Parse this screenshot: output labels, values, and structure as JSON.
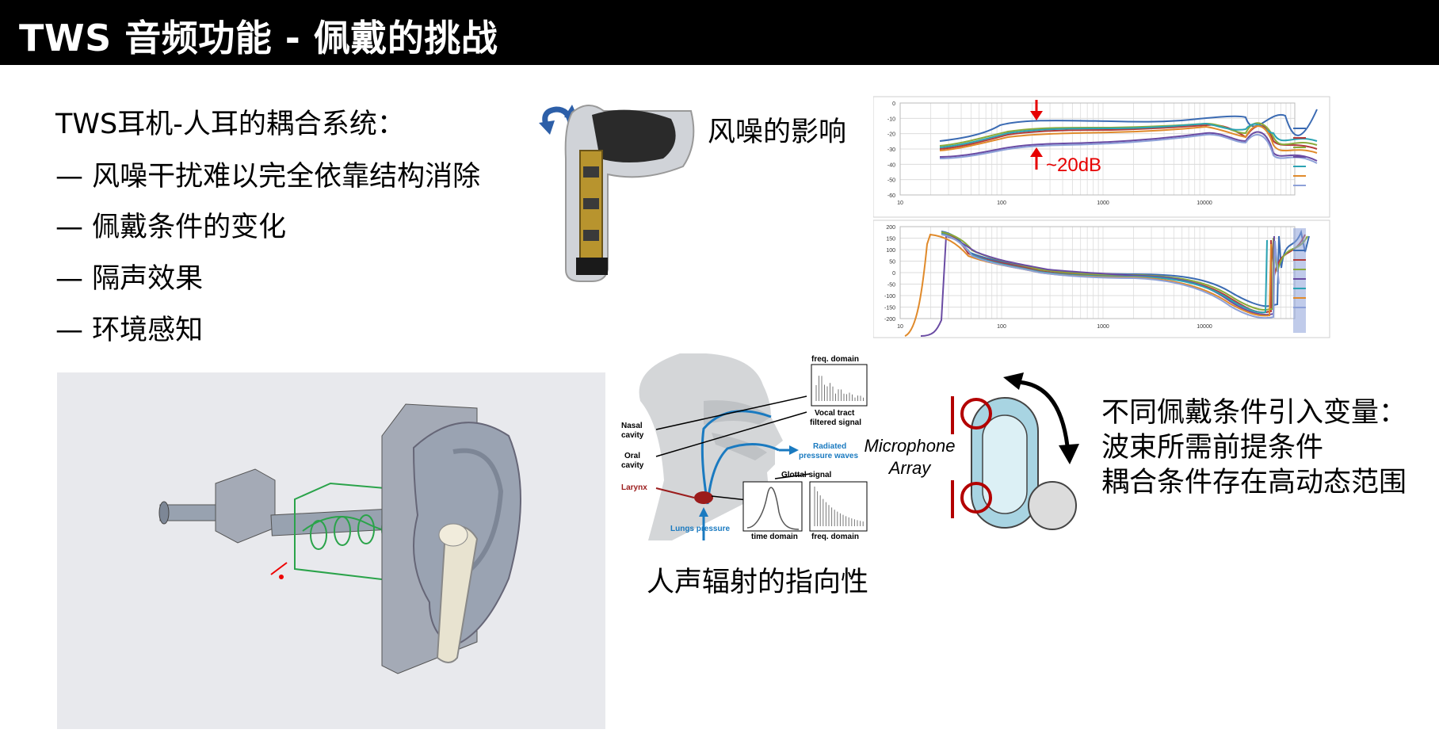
{
  "slide": {
    "title": "TWS 音频功能 - 佩戴的挑战",
    "bullets": [
      "TWS耳机-人耳的耦合系统：",
      "— 风噪干扰难以完全依靠结构消除",
      "— 佩戴条件的变化",
      "— 隔声效果",
      "— 环境感知"
    ],
    "wind_caption": "风噪的影响",
    "voice_caption": "人声辐射的指向性",
    "right_lines": [
      "不同佩戴条件引入变量：",
      "波束所需前提条件",
      "耦合条件存在高动态范围"
    ],
    "mic_label_1": "Microphone",
    "mic_label_2": "Array"
  },
  "wind_chart": {
    "annotation": "~20dB",
    "top_y_ticks": [
      "0",
      "-10",
      "-20",
      "-30",
      "-40",
      "-50",
      "-60"
    ],
    "bottom_y_ticks": [
      "200",
      "150",
      "100",
      "50",
      "0",
      "-50",
      "-100",
      "-150",
      "-200"
    ],
    "x_ticks": [
      "10",
      "100",
      "1000",
      "10000"
    ]
  },
  "voice_diagram": {
    "freq_domain": "freq. domain",
    "vocal_tract_1": "Vocal tract",
    "vocal_tract_2": "filtered signal",
    "nasal_1": "Nasal",
    "nasal_2": "cavity",
    "oral_1": "Oral",
    "oral_2": "cavity",
    "radiated_1": "Radiated",
    "radiated_2": "pressure waves",
    "glottal": "Glottal signal",
    "larynx": "Larynx",
    "lungs": "Lungs pressure",
    "time_domain": "time domain",
    "freq_domain_2": "freq. domain"
  },
  "colors": {
    "title_bg": "#000000",
    "red": "#e60000",
    "mic_red": "#b30000",
    "voice_blue": "#1a7ac0",
    "cad_bg": "#e8e9ed"
  }
}
